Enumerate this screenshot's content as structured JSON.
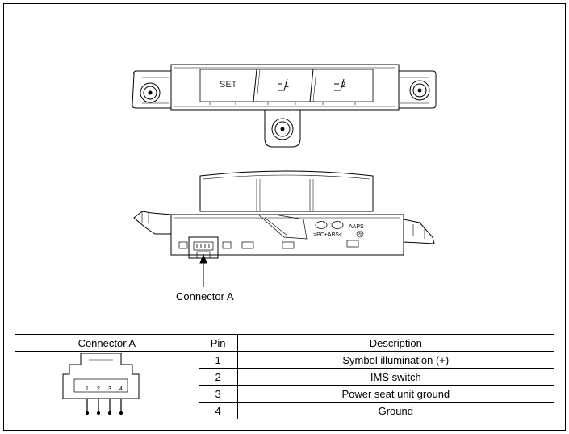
{
  "diagram": {
    "buttons": {
      "set_label": "SET"
    },
    "housing_marks": {
      "brand_text": "AAPS",
      "material_text": ">PC+ABS<",
      "recycle_text": "Pb"
    },
    "connector_callout": "Connector A",
    "connector_pin_numbers": [
      "1",
      "2",
      "3",
      "4"
    ]
  },
  "table": {
    "headers": {
      "connector": "Connector A",
      "pin": "Pin",
      "description": "Description"
    },
    "rows": [
      {
        "pin": "1",
        "description": "Symbol illumination (+)"
      },
      {
        "pin": "2",
        "description": "IMS switch"
      },
      {
        "pin": "3",
        "description": "Power seat unit ground"
      },
      {
        "pin": "4",
        "description": "Ground"
      }
    ]
  }
}
